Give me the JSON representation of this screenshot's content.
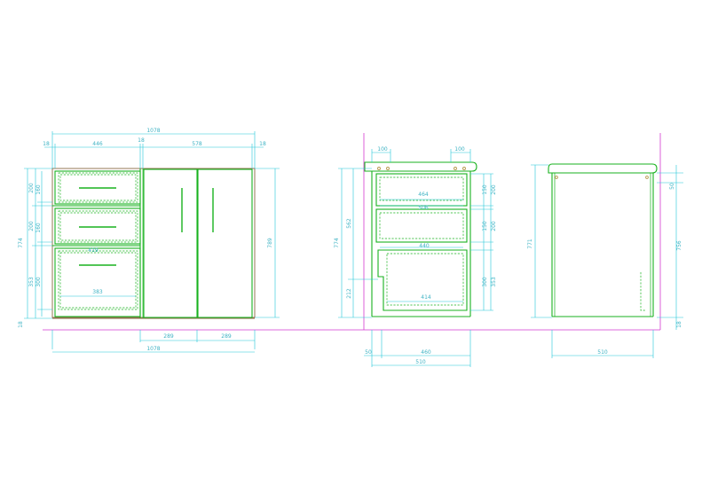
{
  "colors": {
    "panel": "#19b21f",
    "dimension": "#22c7d8",
    "floor": "#d33ad0",
    "carcass": "#8b6a45",
    "hinge": "#b79a4e"
  },
  "front_view": {
    "top": {
      "total": "1078",
      "left_side": "18",
      "drawer_width": "446",
      "middle": "18",
      "doors_width": "578",
      "right_side": "18"
    },
    "drawer_labels": {
      "inner_top": "419",
      "inner_bottom": "383"
    },
    "left_dims": {
      "overall": "774",
      "d1_outer": "200",
      "d1_inner": "160",
      "d2_outer": "200",
      "d2_inner": "160",
      "d3_outer": "353",
      "d3_inner": "300",
      "plinth": "18"
    },
    "right_dims": {
      "overall": "789"
    },
    "bottom": {
      "door1": "289",
      "door2": "289",
      "total": "1078"
    }
  },
  "side_view": {
    "top": {
      "left": "100",
      "right": "100"
    },
    "widths": {
      "w1": "464",
      "w2": "506",
      "w3": "440",
      "w4": "414"
    },
    "left_dims": {
      "overall": "774",
      "upper": "562",
      "lower": "212"
    },
    "right_dims": {
      "d1_inner": "150",
      "d1_outer": "200",
      "d2_inner": "150",
      "d2_outer": "200",
      "d3_inner": "300",
      "d3_outer": "353"
    },
    "bottom": {
      "setback": "50",
      "inner": "460",
      "outer": "510"
    }
  },
  "end_view": {
    "left_dims": {
      "overall": "771"
    },
    "right_dims": {
      "top": "50",
      "overall": "756",
      "plinth": "18"
    },
    "bottom": {
      "width": "510"
    }
  }
}
